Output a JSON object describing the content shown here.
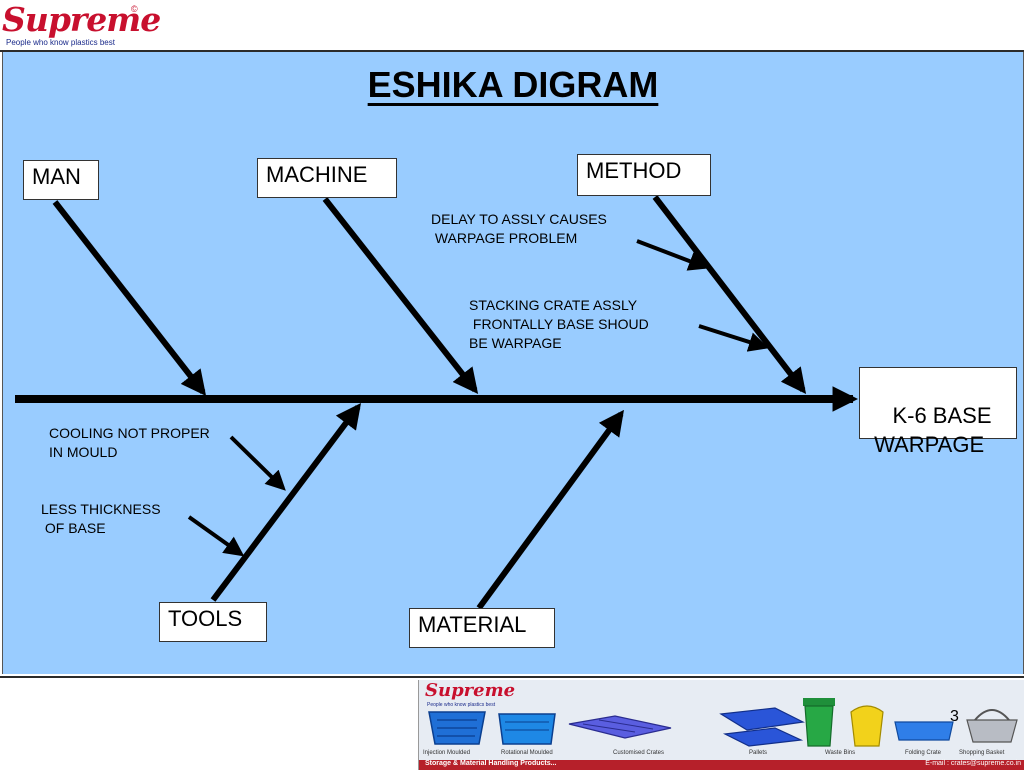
{
  "header": {
    "logo_word": "Supreme",
    "logo_copyright": "©",
    "logo_tagline": "People who know plastics best"
  },
  "diagram": {
    "title": "ESHIKA DIGRAM",
    "effect": "K-6 BASE\n WARPAGE",
    "categories": {
      "man": "MAN",
      "machine": "MACHINE",
      "method": "METHOD",
      "tools": "TOOLS",
      "material": "MATERIAL"
    },
    "causes": {
      "method_1": "DELAY TO ASSLY CAUSES\n WARPAGE PROBLEM",
      "method_2": "STACKING CRATE ASSLY\n FRONTALLY BASE SHOUD\nBE WARPAGE",
      "tools_1": "COOLING NOT PROPER\nIN MOULD",
      "tools_2": "LESS THICKNESS\n OF BASE"
    },
    "line_color": "#000000",
    "background_color": "#99ccff"
  },
  "footer": {
    "page_number": "3",
    "banner_logo": "Supreme",
    "banner_tagline": "People who know plastics best",
    "product_labels": [
      "Injection Moulded",
      "Rotational Moulded",
      "Customised Crates",
      "Pallets",
      "Waste Bins",
      "Folding Crate",
      "Shopping Basket"
    ],
    "strip_left": "Storage & Material Handling Products...",
    "strip_right": "E-mail : crates@supreme.co.in"
  }
}
